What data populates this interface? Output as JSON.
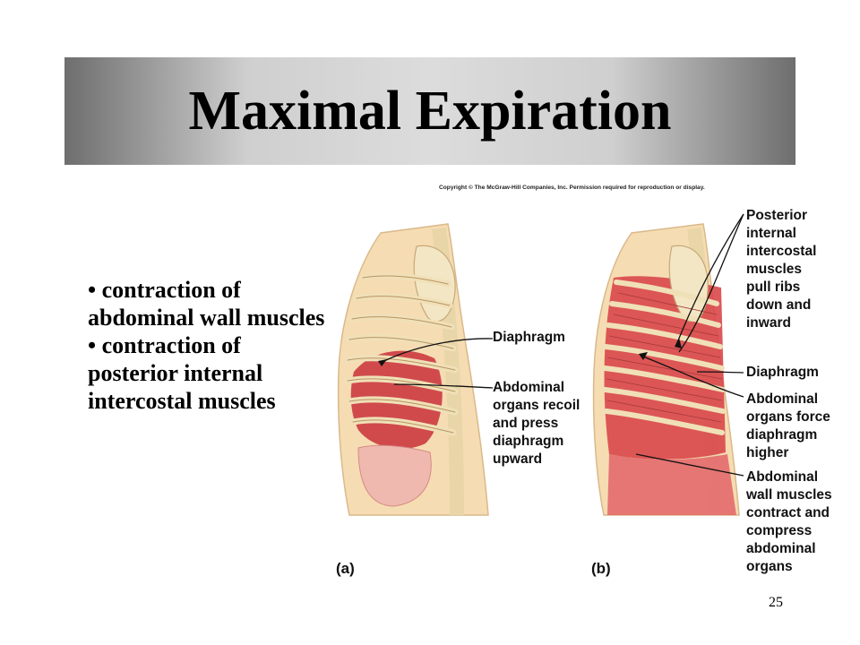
{
  "slide": {
    "title": "Maximal Expiration",
    "page_number": "25",
    "bullets": [
      "• contraction of abdominal wall muscles",
      "• contraction of posterior internal intercostal muscles"
    ]
  },
  "figure": {
    "copyright": "Copyright © The McGraw-Hill Companies, Inc. Permission required for reproduction or display.",
    "panel_a": {
      "label": "(a)",
      "diaphragm": "Diaphragm",
      "organs": "Abdominal\norgans recoil\nand press\ndiaphragm\nupward"
    },
    "panel_b": {
      "label": "(b)",
      "posterior": "Posterior\ninternal\nintercostal\nmuscles\npull ribs\ndown and\ninward",
      "diaphragm": "Diaphragm",
      "organs": "Abdominal\norgans force\ndiaphragm\nhigher",
      "wall": "Abdominal\nwall muscles\ncontract and\ncompress\nabdominal\norgans"
    },
    "colors": {
      "skin": "#f6dcb2",
      "bone": "#f3e6c4",
      "muscle": "#d9474a",
      "organ": "#c9303a"
    }
  }
}
